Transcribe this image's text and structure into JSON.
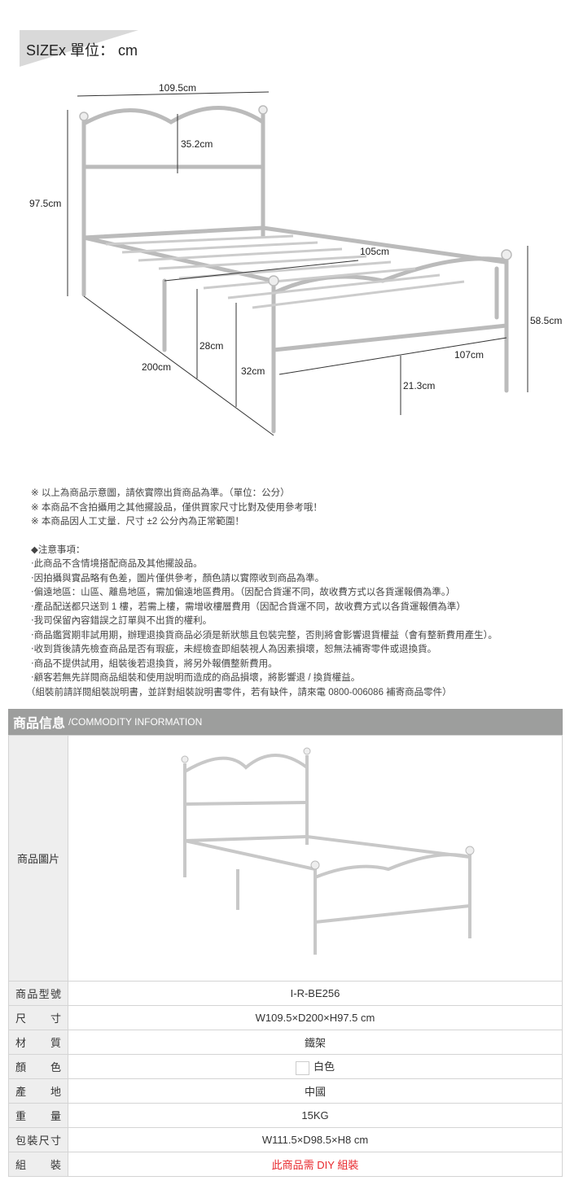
{
  "size_header": "SIZEx 單位： cm",
  "dimensions": {
    "width": "109.5cm",
    "headboard_inner": "35.2cm",
    "height": "97.5cm",
    "side": "105cm",
    "footboard_height": "58.5cm",
    "leg_height": "28cm",
    "length": "200cm",
    "clearance": "32cm",
    "foot_width": "107cm",
    "foot_clearance": "21.3cm"
  },
  "disclaimers": [
    "※ 以上為商品示意圖，請依實際出貨商品為準。（單位：公分）",
    "※ 本商品不含拍攝用之其他擺設品，僅供買家尺寸比對及使用參考哦！",
    "※ 本商品因人工丈量．尺寸 ±2 公分內為正常範圍！"
  ],
  "notice_title": "◆注意事項：",
  "notices": [
    "‧此商品不含情境搭配商品及其他擺設品。",
    "‧因拍攝與實品略有色差，圖片僅供參考，顏色請以實際收到商品為準。",
    "‧偏遠地區：山區、離島地區，需加偏遠地區費用。（因配合貨運不同，故收費方式以各貨運報價為準。）",
    "‧產品配送都只送到 1 樓，若需上樓，需增收樓層費用（因配合貨運不同，故收費方式以各貨運報價為準）",
    "‧我司保留內容錯誤之訂單與不出貨的權利。",
    "‧商品鑑賞期非試用期，辦理退換貨商品必須是新狀態且包裝完整，否則將會影響退貨權益（會有整新費用產生）。",
    "‧收到貨後請先檢查商品是否有瑕疵，未經檢查即組裝視人為因素損壞，恕無法補寄零件或退換貨。",
    "‧商品不提供試用，組裝後若退換貨，將另外報價整新費用。",
    "‧顧客若無先詳閱商品組裝和使用說明而造成的商品損壞，將影響退 / 換貨權益。",
    "（組裝前請詳閱組裝說明書，並詳對組裝說明書零件，若有缺件，請來電 0800-006086 補寄商品零件）"
  ],
  "info": {
    "title_zh": "商品信息",
    "title_en": "/COMMODITY INFORMATION",
    "image_label": "商品圖片",
    "rows": [
      {
        "label": "商品型號",
        "value": "I-R-BE256"
      },
      {
        "label": "尺寸",
        "value": "W109.5×D200×H97.5 cm"
      },
      {
        "label": "材質",
        "value": "鐵架"
      },
      {
        "label": "顏色",
        "value": "白色"
      },
      {
        "label": "產地",
        "value": "中國"
      },
      {
        "label": "重量",
        "value": "15KG"
      },
      {
        "label": "包裝尺寸",
        "value": "W111.5×D98.5×H8 cm"
      },
      {
        "label": "組裝",
        "value": "此商品需 DIY 組裝"
      }
    ]
  },
  "colors": {
    "header_bg": "#9d9e9d",
    "warning": "#e8262b"
  }
}
